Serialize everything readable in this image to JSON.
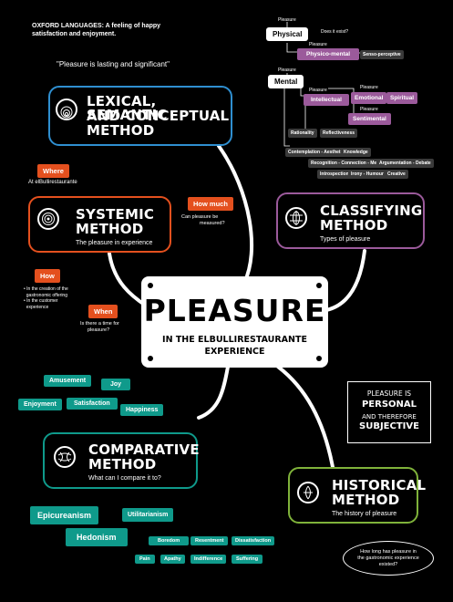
{
  "intro": {
    "definition": "OXFORD LANGUAGES: A feeling of happy satisfaction and enjoyment.",
    "quote": "\"Pleasure is lasting and significant\""
  },
  "center": {
    "title": "PLEASURE",
    "subtitle_line1": "IN THE ELBULLIRESTAURANTE",
    "subtitle_line2": "EXPERIENCE"
  },
  "methods": {
    "lexical": {
      "line1": "LEXICAL, SEMANTIC",
      "line2": "AND CONCEPTUAL",
      "line3": "METHOD",
      "color": "#2f8fd0"
    },
    "systemic": {
      "line1": "SYSTEMIC",
      "line2": "METHOD",
      "sub": "The pleasure in experience",
      "color": "#e4501e"
    },
    "classifying": {
      "line1": "CLASSIFYING",
      "line2": "METHOD",
      "sub": "Types of pleasure",
      "color": "#9b5a9b"
    },
    "comparative": {
      "line1": "COMPARATIVE",
      "line2": "METHOD",
      "sub": "What can I compare it to?",
      "color": "#0f9a8b"
    },
    "historical": {
      "line1": "HISTORICAL",
      "line2": "METHOD",
      "sub": "The history of pleasure",
      "color": "#7fb23a"
    }
  },
  "questions": {
    "where": {
      "label": "Where",
      "answer": "At elBullirestaurante"
    },
    "how_much": {
      "label": "How much",
      "answer_line1": "Can pleasure be",
      "answer_line2": "measured?"
    },
    "how": {
      "label": "How",
      "answer_line1": "• In the creation of the",
      "answer_line2": "  gastronomic offering",
      "answer_line3": "• In the customer",
      "answer_line4": "  experience"
    },
    "when": {
      "label": "When",
      "answer_line1": "Is there a time for",
      "answer_line2": "pleasure?"
    }
  },
  "classification": {
    "pleasure_lbl1": "Pleasure",
    "physical": "Physical",
    "does_it_exist": "Does it exist?",
    "pleasure_lbl2": "Pleasure",
    "physico_mental": "Physico-mental",
    "senso_perceptive": "Senso-perceptive",
    "pleasure_lbl3": "Pleasure",
    "mental": "Mental",
    "pleasure_lbl4": "Pleasure",
    "intellectual": "Intellectual",
    "pleasure_lbl5": "Pleasure",
    "emotional": "Emotional",
    "spiritual": "Spiritual",
    "pleasure_lbl6": "Pleasure",
    "sentimental": "Sentimental",
    "rationality": "Rationality",
    "reflectiveness": "Reflectiveness",
    "contemplation": "Contemplation - Aesthetic",
    "knowledge": "Knowledge",
    "recognition": "Recognition - Connection - Memory",
    "argumentation": "Argumentation - Debate",
    "introspection": "Introspection",
    "irony": "Irony - Humour",
    "creative": "Creative"
  },
  "comparative_tags": {
    "amusement": "Amusement",
    "joy": "Joy",
    "enjoyment": "Enjoyment",
    "satisfaction": "Satisfaction",
    "happiness": "Happiness",
    "epicureanism": "Epicureanism",
    "utilitarianism": "Utilitarianism",
    "hedonism": "Hedonism",
    "boredom": "Boredom",
    "resentment": "Resentment",
    "dissatisfaction": "Dissatisfaction",
    "pain": "Pain",
    "apathy": "Apathy",
    "indifference": "Indifference",
    "suffering": "Suffering"
  },
  "personal": {
    "line1": "PLEASURE IS",
    "line2": "PERSONAL",
    "line3": "AND THEREFORE",
    "line4": "SUBJECTIVE"
  },
  "historical_question": {
    "line1": "How long has pleasure in",
    "line2": "the gastronomic experience",
    "line3": "existed?"
  }
}
